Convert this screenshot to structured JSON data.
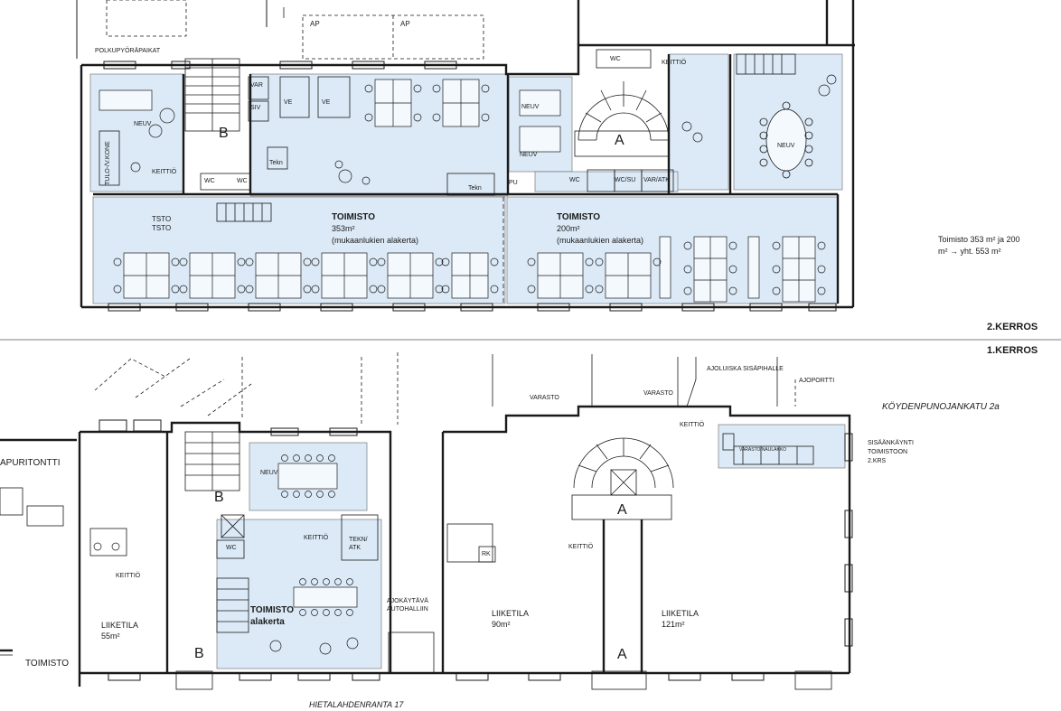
{
  "colors": {
    "room_fill": "#dceaf7",
    "wall": "#1a1a1a",
    "line": "#333333"
  },
  "floors": {
    "upper": "2.KERROS",
    "lower": "1.KERROS"
  },
  "summary": {
    "line1": "Toimisto 353 m² ja 200",
    "line2": "m² → yht. 553 m²"
  },
  "upper": {
    "ap1": "AP",
    "ap2": "AP",
    "bikes": "POLKUPYÖRÄPAIKAT",
    "neuv_left": "NEUV",
    "tulo": "TULO-/V.KONE",
    "keittio_left": "KEITTIÖ",
    "stair_b": "B",
    "var": "VAR",
    "siv": "SIV",
    "ve1": "VE",
    "ve2": "VE",
    "wc1": "WC",
    "wc2": "WC",
    "tekn1": "Tekn",
    "tekn2": "Tekn",
    "tsto1": "TSTO",
    "tsto2": "TSTO",
    "office1_title": "TOIMISTO",
    "office1_area": "353m²",
    "office1_note": "(mukaanlukien alakerta)",
    "office2_title": "TOIMISTO",
    "office2_area": "200m²",
    "office2_note": "(mukaanlukien alakerta)",
    "neuv_mid1": "NEUV",
    "neuv_mid2": "NEUV",
    "stair_a": "A",
    "wc3": "WC",
    "wcsu": "WC/SU",
    "varatk": "VAR/ATK",
    "pu": "PU",
    "wc_top": "WC",
    "keittio_top": "KEITTIÖ",
    "neuv_right": "NEUV"
  },
  "lower": {
    "apuri": "APURITONTTI",
    "toimisto_left": "TOIMISTO",
    "keittio_left": "KEITTIÖ",
    "liiketila55": "LIIKETILA",
    "area55": "55m²",
    "stair_b1": "B",
    "stair_b2": "B",
    "wc": "WC",
    "neuv": "NEUV",
    "keittio_mid": "KEITTIÖ",
    "tekn": "TEKN/",
    "atk": "ATK",
    "toimisto_title": "TOIMISTO",
    "toimisto_sub": "alakerta",
    "ajokaytava1": "AJOKÄYTÄVÄ",
    "ajokaytava2": "AUTOHALLIIN",
    "varasto1": "VARASTO",
    "varasto2": "VARASTO",
    "rk": "RK",
    "liiketila90": "LIIKETILA",
    "area90": "90m²",
    "keittio_a": "KEITTIÖ",
    "stair_a1": "A",
    "stair_a2": "A",
    "liiketila121": "LIIKETILA",
    "area121": "121m²",
    "ramp": "AJOLUISKA SISÄPIHALLE",
    "ajoportti": "AJOPORTTI",
    "keittio_right": "KEITTIÖ",
    "varasto_small": "VARASTO/NAULAKKO",
    "entry1": "SISÄÄNKÄYNTI",
    "entry2": "TOIMISTOON",
    "entry3": "2.KRS",
    "street_right": "KÖYDENPUNOJANKATU 2a",
    "street_bottom": "HIETALAHDENRANTA 17"
  }
}
